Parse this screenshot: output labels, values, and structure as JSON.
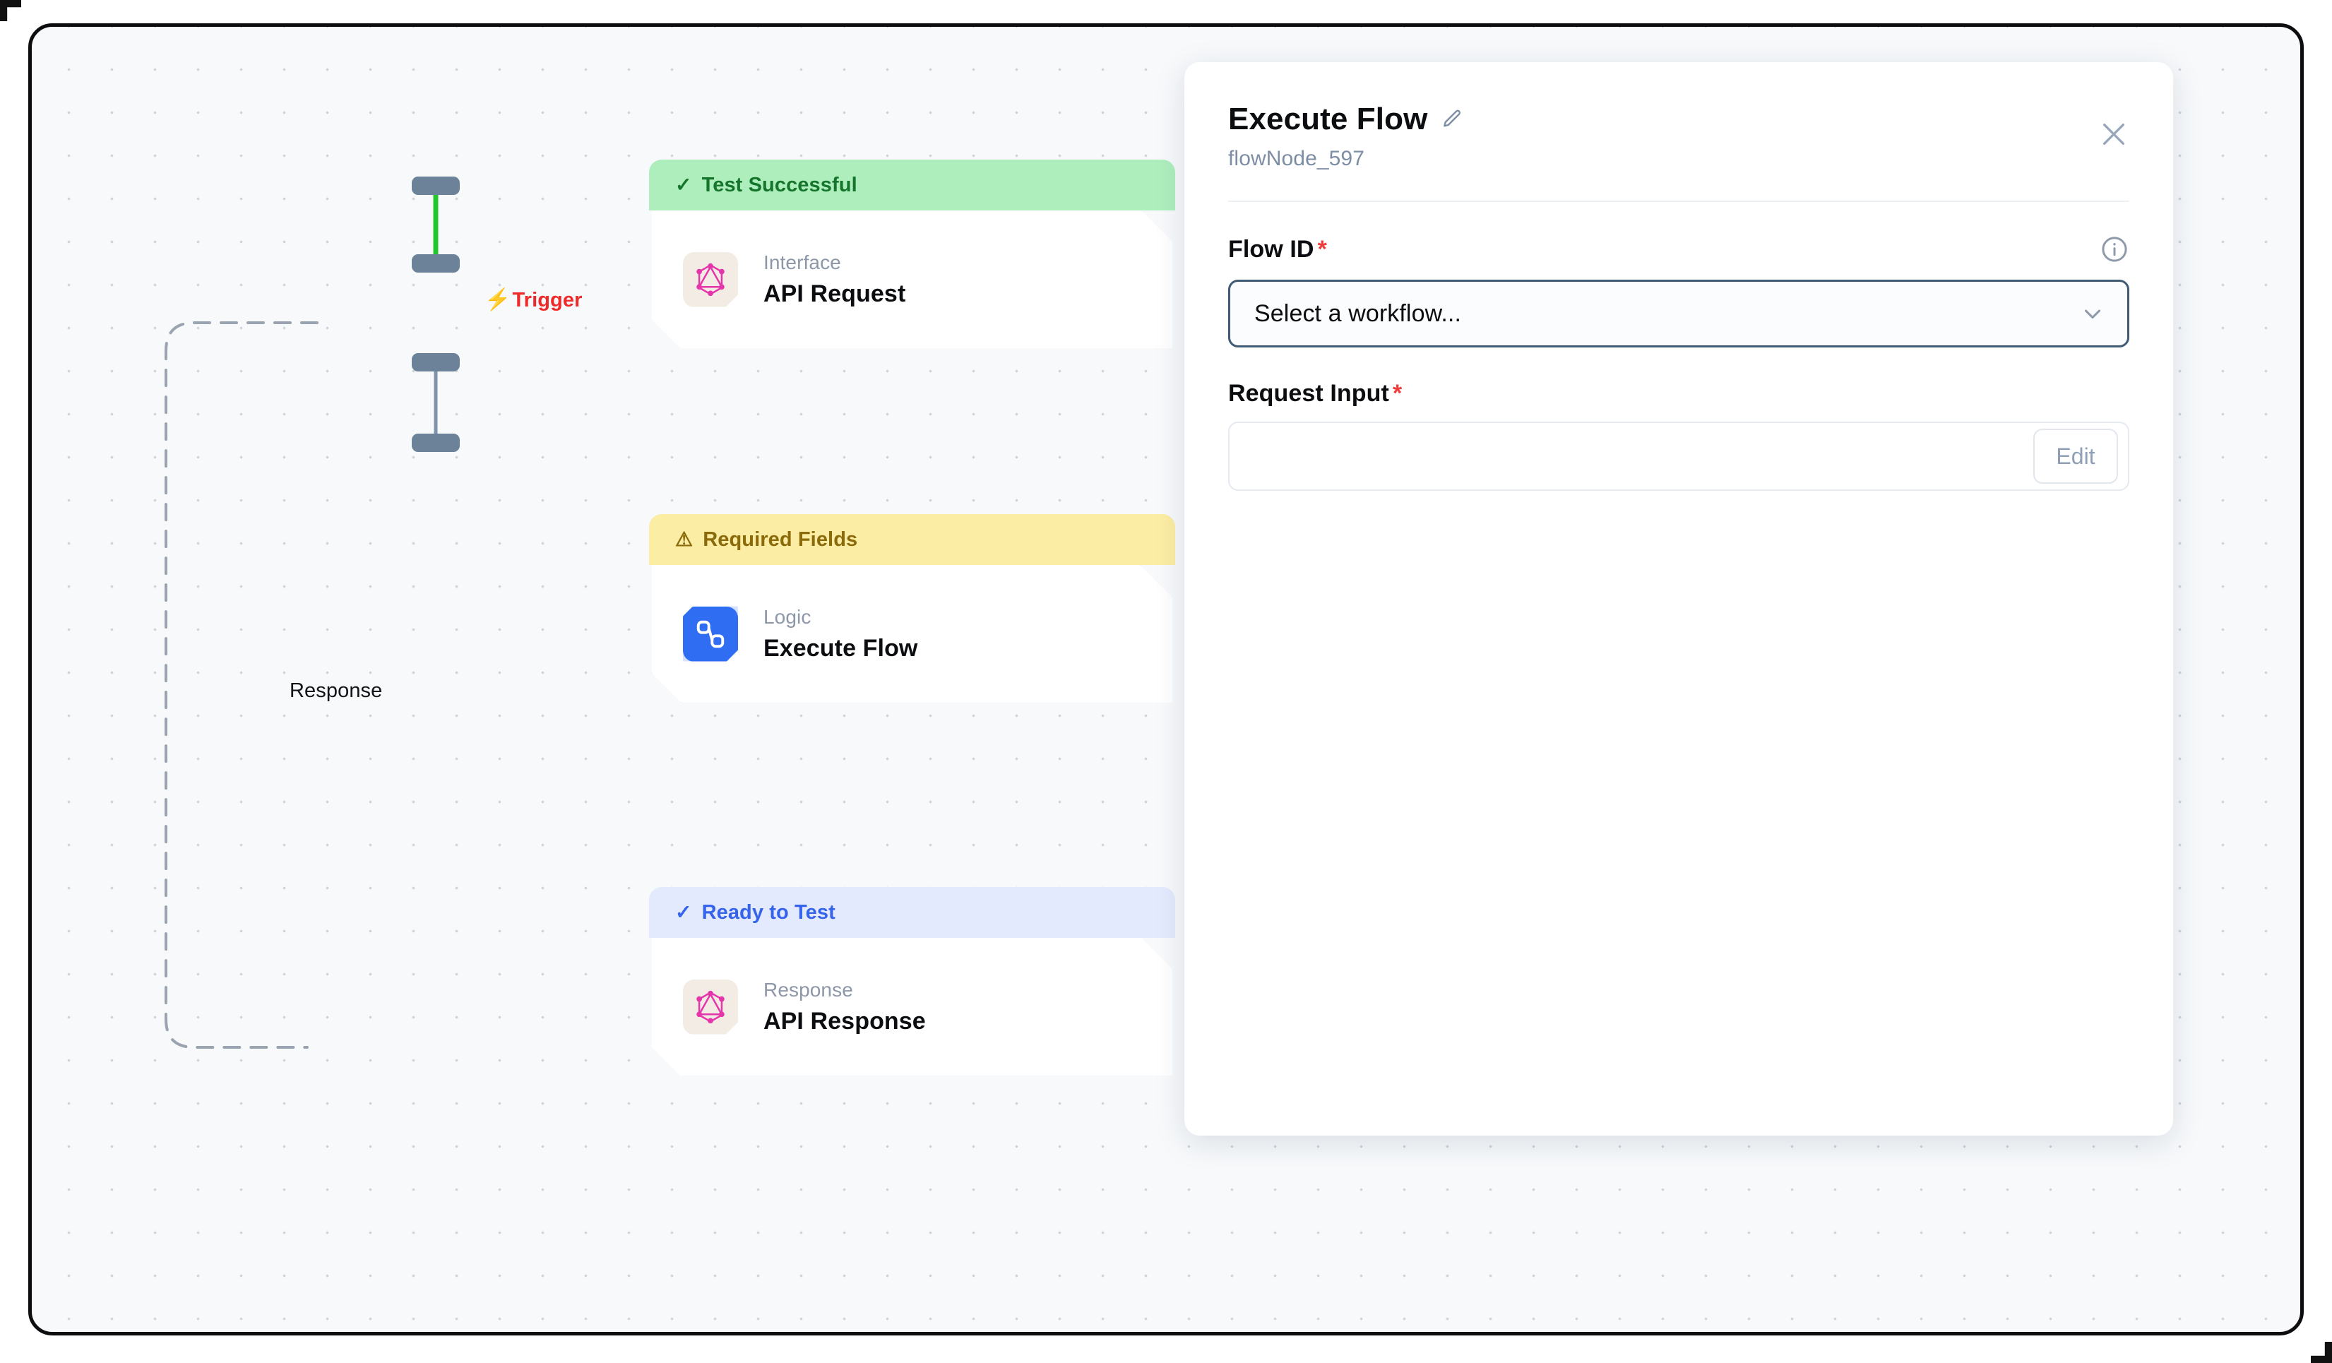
{
  "canvas": {
    "edge_labels": {
      "trigger": "Trigger",
      "trigger_icon": "lightning-bolt-icon",
      "response": "Response"
    },
    "nodes": [
      {
        "status": "Test Successful",
        "status_kind": "success",
        "status_icon": "check-icon",
        "kind": "Interface",
        "title": "API Request",
        "icon": "graphql-icon",
        "selected": false
      },
      {
        "status": "Required Fields",
        "status_kind": "warning",
        "status_icon": "warning-triangle-icon",
        "kind": "Logic",
        "title": "Execute Flow",
        "icon": "flow-logic-icon",
        "selected": true
      },
      {
        "status": "Ready to Test",
        "status_kind": "info",
        "status_icon": "check-icon",
        "kind": "Response",
        "title": "API Response",
        "icon": "graphql-icon",
        "selected": false
      }
    ]
  },
  "panel": {
    "title": "Execute Flow",
    "edit_title_icon": "pencil-icon",
    "subtitle": "flowNode_597",
    "close_icon": "close-icon",
    "fields": [
      {
        "label": "Flow ID",
        "required_marker": "*",
        "info_icon": "info-circle-icon",
        "control": "select",
        "value": "Select a workflow...",
        "chevron_icon": "chevron-down-icon"
      },
      {
        "label": "Request Input",
        "required_marker": "*",
        "control": "input",
        "value": "",
        "action_label": "Edit"
      }
    ]
  },
  "colors": {
    "canvas_bg": "#f7f9fb",
    "badge_success_bg": "#aeeebc",
    "badge_success_fg": "#15752c",
    "badge_warning_bg": "#fbeda3",
    "badge_warning_fg": "#8a6a0a",
    "badge_info_bg": "#e4eafd",
    "badge_info_fg": "#3563ec",
    "trigger_red": "#ef2a2a",
    "selected_border": "#3e5a74",
    "edge_green": "#22c72e",
    "edge_gray": "#7e93ab",
    "required_star": "#ef3b3b",
    "graphql_pink": "#e535ab",
    "logic_blue": "#2f6df2"
  }
}
